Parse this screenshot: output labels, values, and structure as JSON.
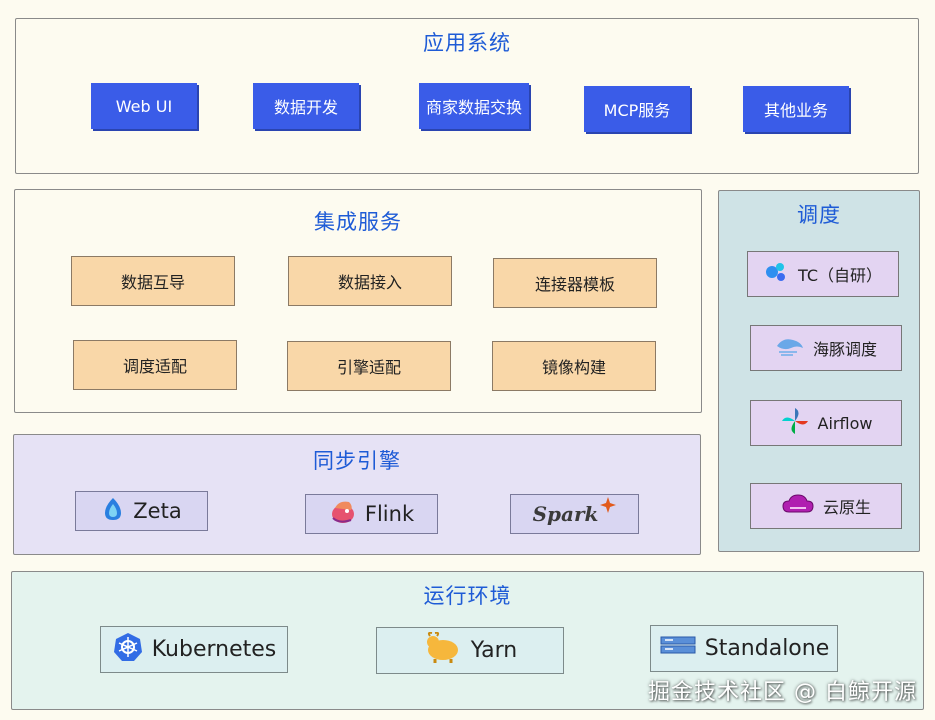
{
  "app_layer": {
    "title": "应用系统",
    "items": [
      "Web UI",
      "数据开发",
      "商家数据交换",
      "MCP服务",
      "其他业务"
    ]
  },
  "integration_layer": {
    "title": "集成服务",
    "items": [
      "数据互导",
      "数据接入",
      "连接器模板",
      "调度适配",
      "引擎适配",
      "镜像构建"
    ]
  },
  "scheduler_layer": {
    "title": "调度",
    "items": [
      {
        "label": "TC（自研）",
        "icon": "tc-icon"
      },
      {
        "label": "海豚调度",
        "icon": "dolphin-icon"
      },
      {
        "label": "Airflow",
        "icon": "airflow-icon"
      },
      {
        "label": "云原生",
        "icon": "cloud-icon"
      }
    ]
  },
  "engine_layer": {
    "title": "同步引擎",
    "items": [
      {
        "label": "Zeta",
        "icon": "zeta-icon"
      },
      {
        "label": "Flink",
        "icon": "flink-icon"
      },
      {
        "label": "Spark",
        "icon": "spark-icon"
      }
    ]
  },
  "runtime_layer": {
    "title": "运行环境",
    "items": [
      {
        "label": "Kubernetes",
        "icon": "kubernetes-icon"
      },
      {
        "label": "Yarn",
        "icon": "yarn-icon"
      },
      {
        "label": "Standalone",
        "icon": "standalone-icon"
      }
    ]
  },
  "watermark": "掘金技术社区 @ 白鲸开源",
  "colors": {
    "title_blue": "#1e5bd6",
    "app_box": "#3a5ce8",
    "integration_box": "#f9d7a8",
    "engine_panel": "#e6e2f5",
    "scheduler_panel": "#cfe3e6",
    "runtime_panel": "#e4f3ee"
  }
}
